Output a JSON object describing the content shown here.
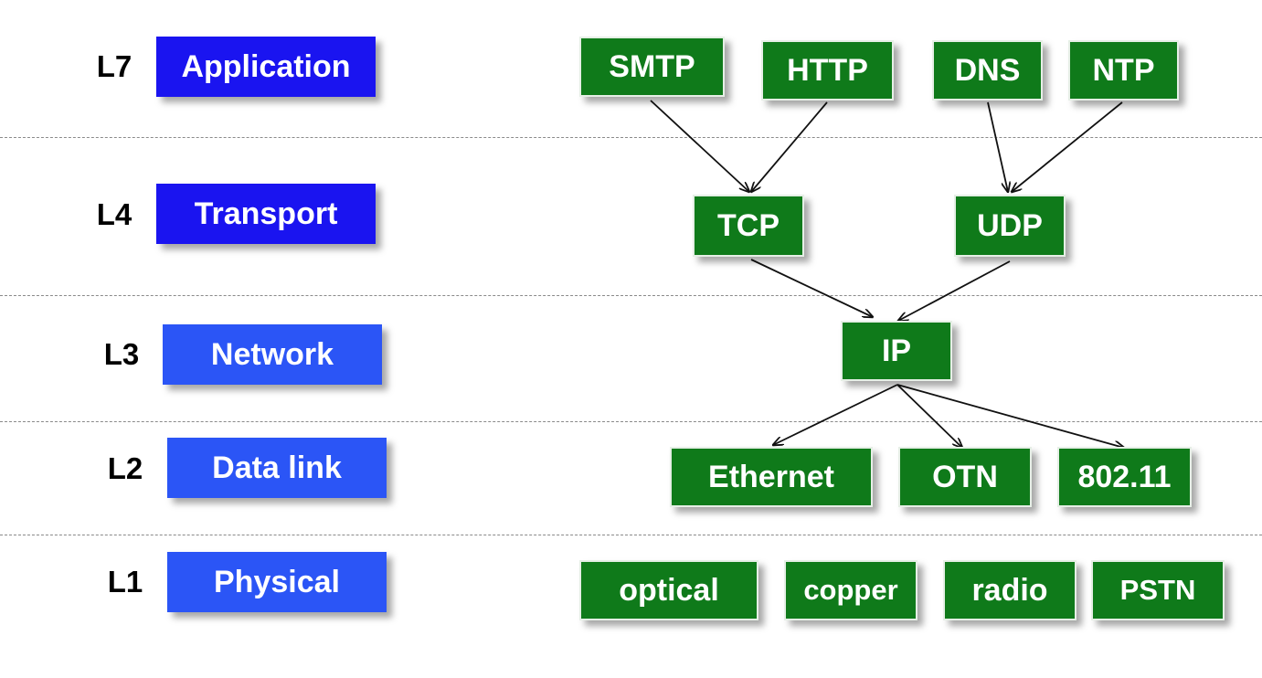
{
  "colors": {
    "layer_dark": "#1a14f0",
    "layer_light": "#2b55f6",
    "protocol": "#0f7a1a",
    "arrow": "#111111"
  },
  "layers": [
    {
      "id": "L7",
      "name": "Application"
    },
    {
      "id": "L4",
      "name": "Transport"
    },
    {
      "id": "L3",
      "name": "Network"
    },
    {
      "id": "L2",
      "name": "Data link"
    },
    {
      "id": "L1",
      "name": "Physical"
    }
  ],
  "protocols": {
    "smtp": "SMTP",
    "http": "HTTP",
    "dns": "DNS",
    "ntp": "NTP",
    "tcp": "TCP",
    "udp": "UDP",
    "ip": "IP",
    "ethernet": "Ethernet",
    "otn": "OTN",
    "wifi": "802.11",
    "optical": "optical",
    "copper": "copper",
    "radio": "radio",
    "pstn": "PSTN"
  },
  "edges": [
    {
      "from": "SMTP",
      "to": "TCP"
    },
    {
      "from": "HTTP",
      "to": "TCP"
    },
    {
      "from": "DNS",
      "to": "UDP"
    },
    {
      "from": "NTP",
      "to": "UDP"
    },
    {
      "from": "TCP",
      "to": "IP"
    },
    {
      "from": "UDP",
      "to": "IP"
    },
    {
      "from": "IP",
      "to": "Ethernet"
    },
    {
      "from": "IP",
      "to": "OTN"
    },
    {
      "from": "IP",
      "to": "802.11"
    }
  ]
}
